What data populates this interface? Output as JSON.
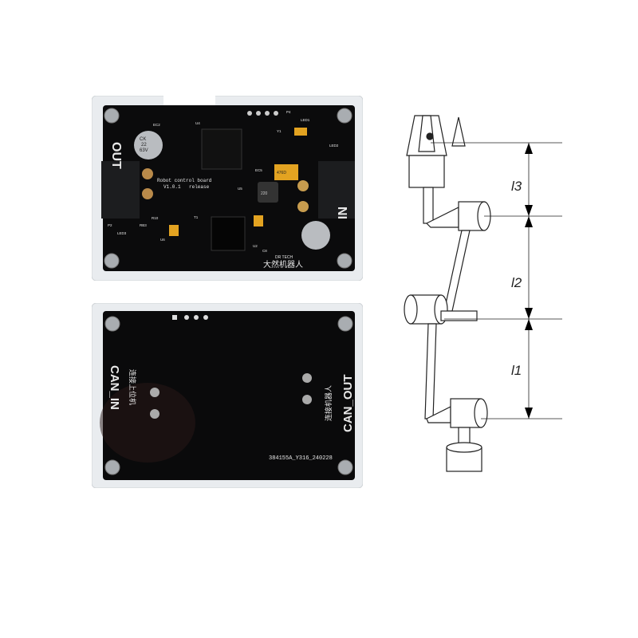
{
  "top_board": {
    "title": "Robot control board",
    "version": "V1.0.1",
    "release": "release",
    "label_out": "OUT",
    "label_in": "IN",
    "brand": "DR TECH",
    "brand_cn": "大然机器人",
    "cap_text": [
      "CK",
      "22",
      "63V"
    ],
    "tantalum": "476D",
    "inductor": "220",
    "refs": [
      "U4",
      "U5",
      "U6",
      "Y1",
      "EC2",
      "EC5",
      "P2",
      "P4",
      "LED1",
      "LED2",
      "LED3",
      "RB3",
      "R10",
      "T1",
      "U2",
      "C8"
    ]
  },
  "bottom_board": {
    "can_in": "CAN_IN",
    "can_in_cn": "连接上位机",
    "can_out": "CAN_OUT",
    "can_out_cn": "连接机器人",
    "serial": "384155A_Y316_240228"
  },
  "diagram": {
    "labels": [
      "l3",
      "l2",
      "l1"
    ]
  }
}
